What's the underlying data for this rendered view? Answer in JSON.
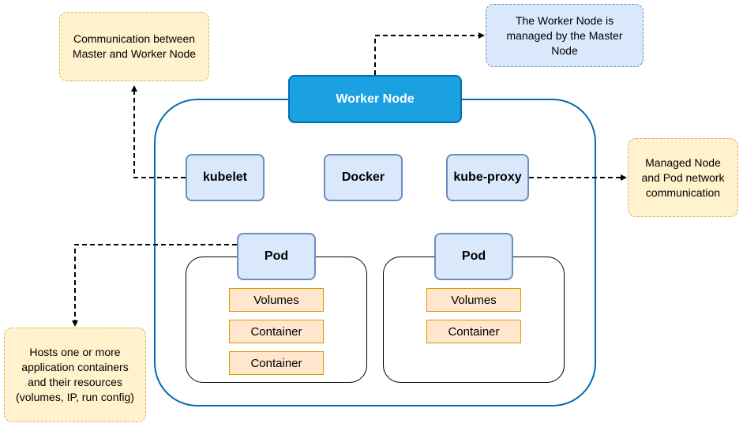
{
  "worker_node": {
    "title": "Worker Node"
  },
  "components": {
    "kubelet": "kubelet",
    "docker": "Docker",
    "kube_proxy": "kube-proxy"
  },
  "pods": [
    {
      "label": "Pod",
      "items": [
        "Volumes",
        "Container",
        "Container"
      ]
    },
    {
      "label": "Pod",
      "items": [
        "Volumes",
        "Container"
      ]
    }
  ],
  "notes": {
    "communication": [
      "Communication between",
      "Master and Worker Node"
    ],
    "managed_by_master": [
      "The Worker Node is",
      "managed by the Master",
      "Node"
    ],
    "network": [
      "Managed Node",
      "and Pod network",
      "communication"
    ],
    "pod_hosts": [
      "Hosts one or more",
      "application containers",
      "and their resources",
      "(volumes, IP, run config)"
    ]
  },
  "colors": {
    "node_border": "#006EAF",
    "title_fill": "#1BA1E2",
    "component_fill": "#dae8fc",
    "item_fill": "#ffe6cc",
    "note_fill": "#fff2cc"
  }
}
